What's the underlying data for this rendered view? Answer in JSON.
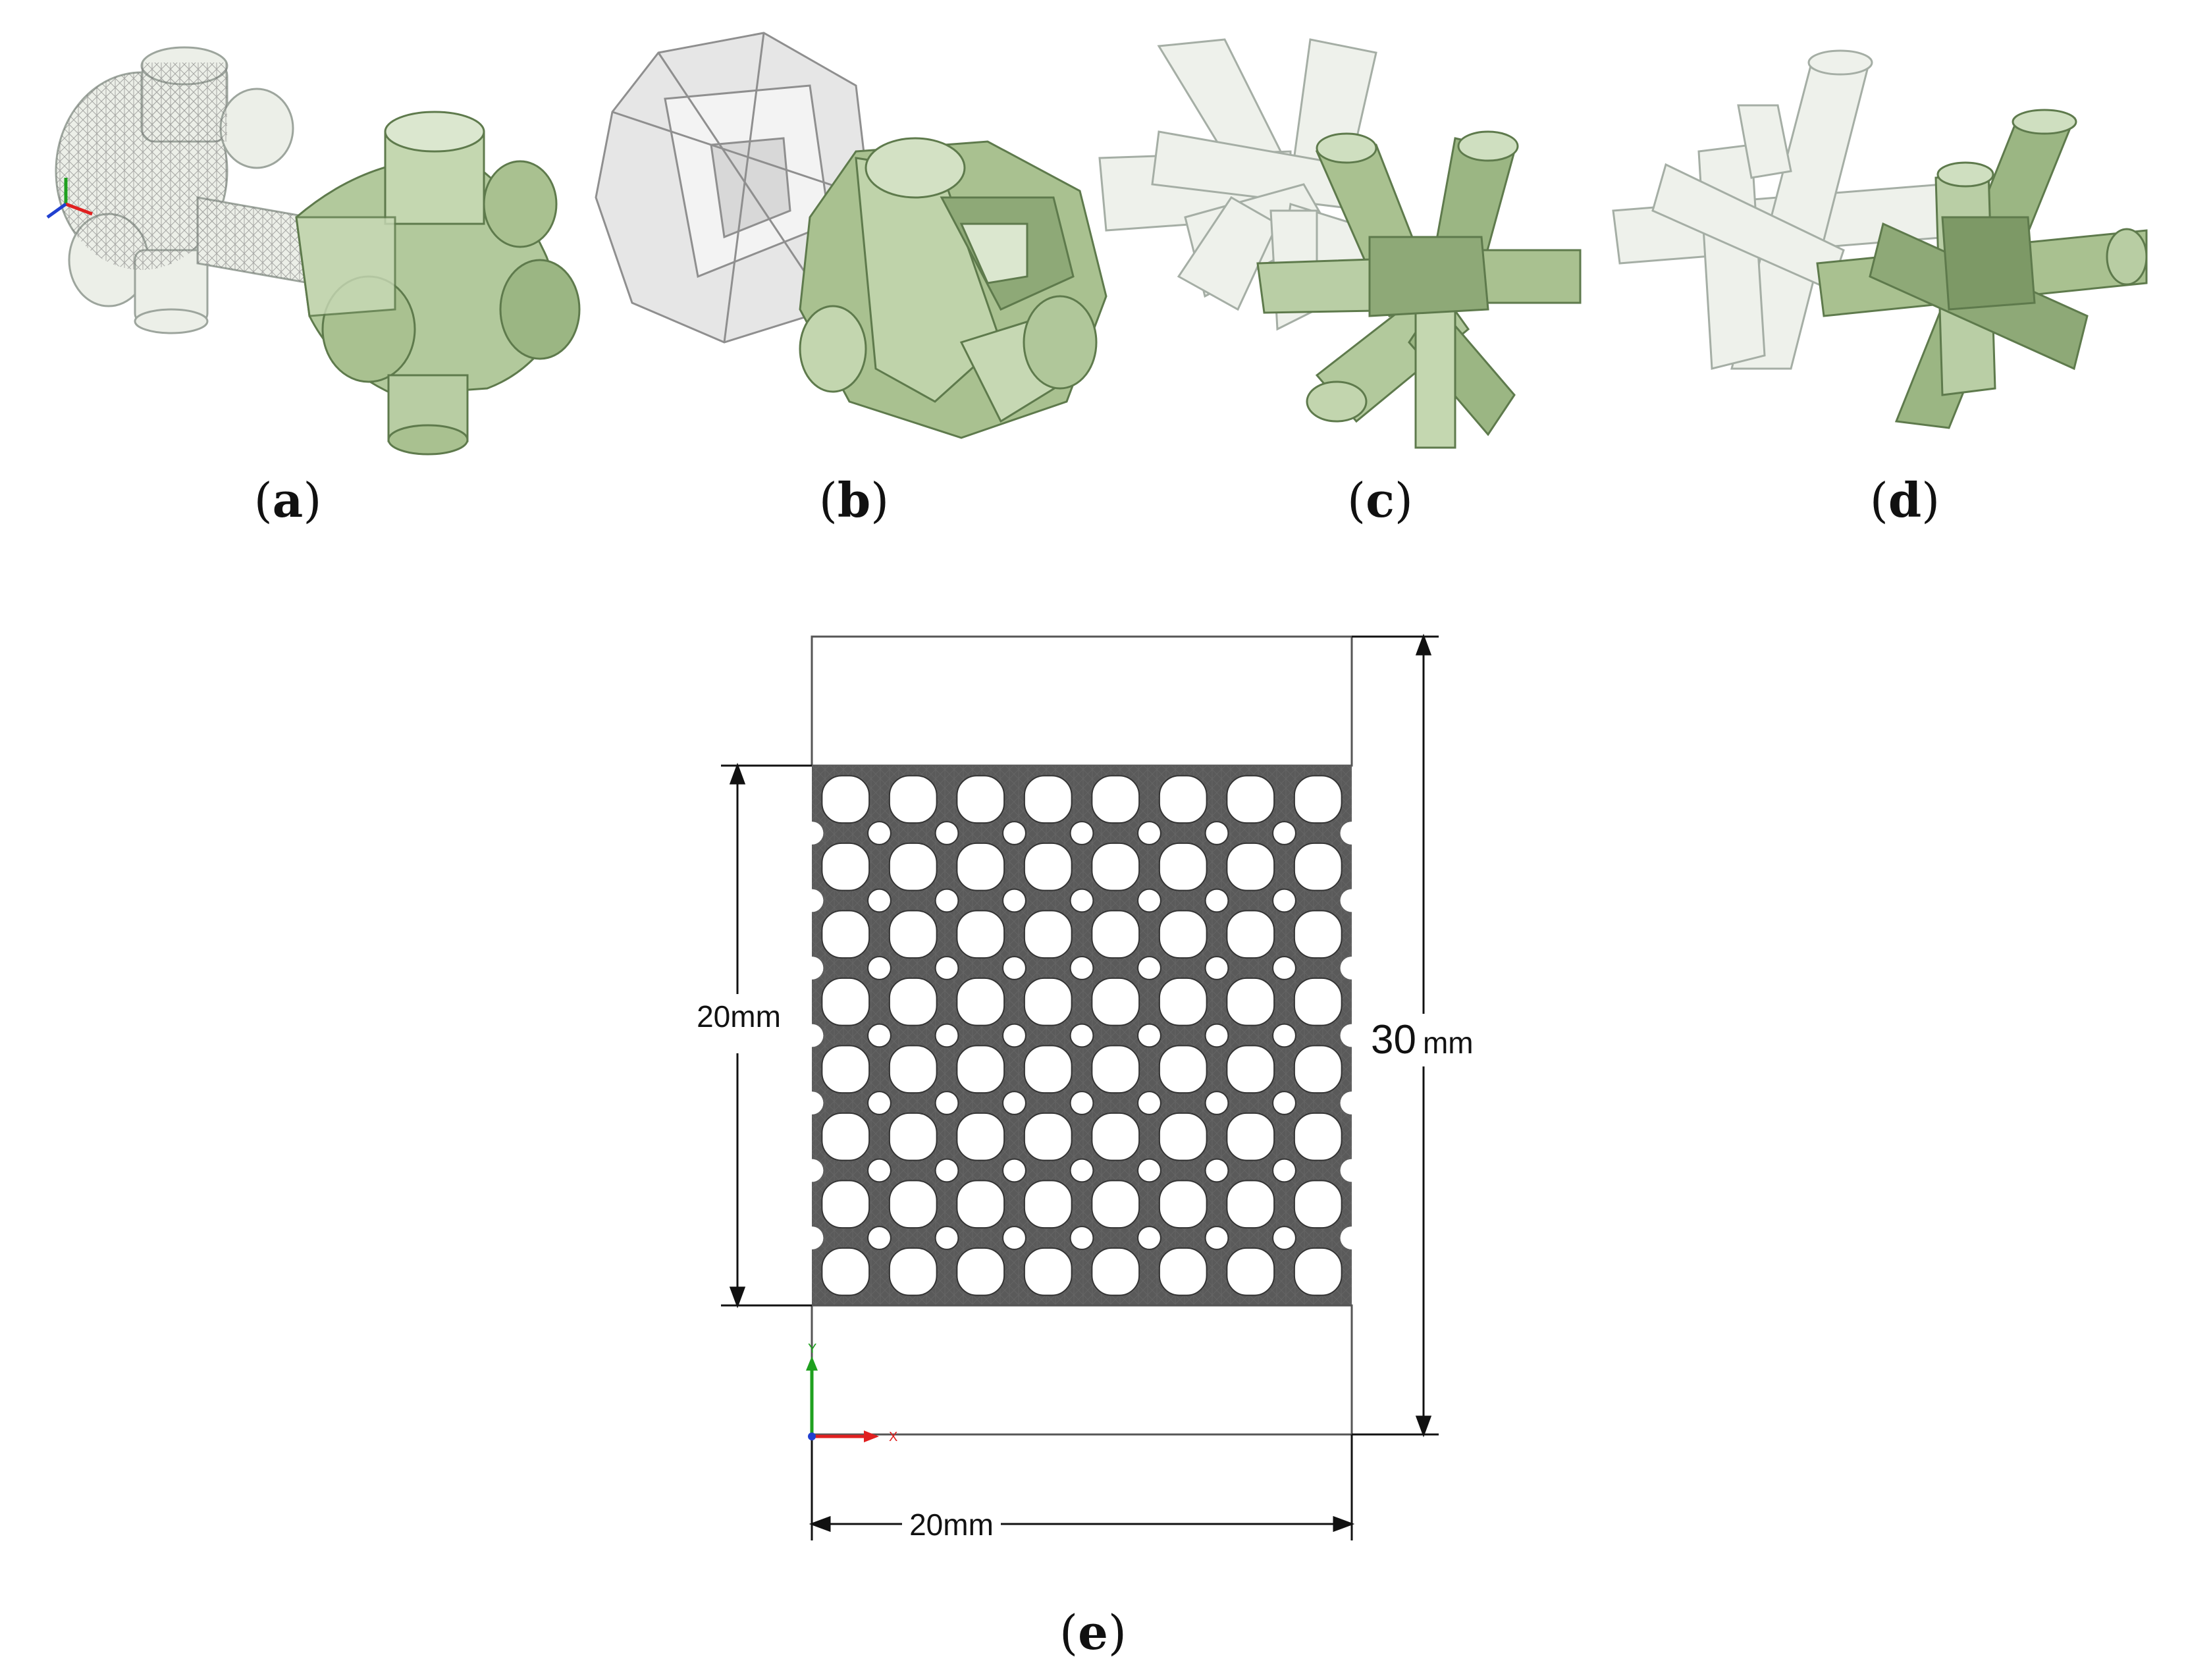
{
  "panels": [
    {
      "letter": "a",
      "structure": "green-node-unit-cell-wireframe-pair"
    },
    {
      "letter": "b",
      "structure": "rhombic-strut-unit-cell-pair"
    },
    {
      "letter": "c",
      "structure": "star-strut-unit-cell-pair"
    },
    {
      "letter": "d",
      "structure": "cross-strut-unit-cell-pair"
    },
    {
      "letter": "e",
      "structure": "lattice-specimen-drawing"
    }
  ],
  "dimensions": {
    "lattice_height": "20mm",
    "total_height_value": "30",
    "total_height_unit": "mm",
    "width": "20mm"
  },
  "axes": {
    "x_label": "X",
    "y_label": "Y"
  },
  "colors": {
    "green_fill": "#a9c190",
    "green_light": "#cddcbd",
    "green_edge": "#5e7a4c",
    "ghost_fill": "#e9ede6",
    "ghost_edge": "#9aa39a",
    "lattice_dark": "#4a4a4a",
    "axis_x": "#e02020",
    "axis_y": "#1fa01f",
    "axis_origin": "#2040d0"
  },
  "icons": [
    "axis-triad-icon"
  ]
}
